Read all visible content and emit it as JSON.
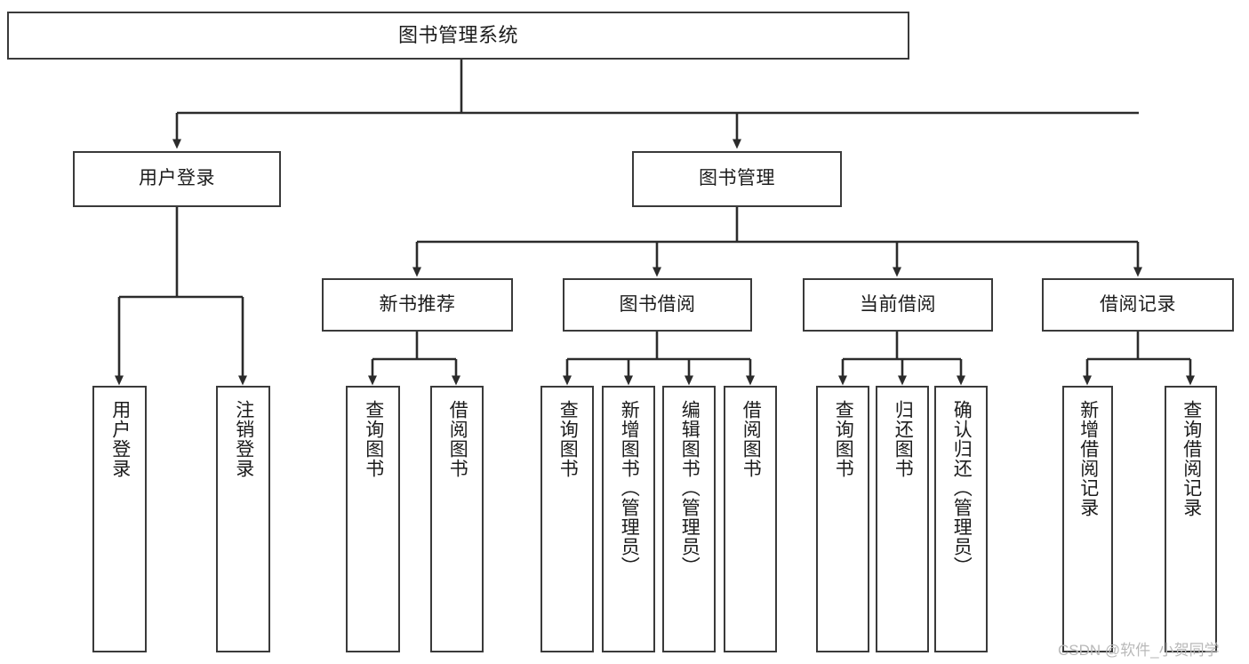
{
  "diagram": {
    "type": "tree-hierarchy",
    "title": "图书管理系统",
    "colors": {
      "box_border": "#3a3a3a",
      "box_fill": "#ffffff",
      "connector": "#2b2b2b",
      "text": "#1c1c1c",
      "watermark": "#b9b9b9",
      "background": "#ffffff"
    },
    "root": {
      "label": "图书管理系统"
    },
    "level2": [
      {
        "label": "用户登录"
      },
      {
        "label": "图书管理"
      }
    ],
    "level3": [
      {
        "label": "新书推荐"
      },
      {
        "label": "图书借阅"
      },
      {
        "label": "当前借阅"
      },
      {
        "label": "借阅记录"
      }
    ],
    "leaves": {
      "user_login": [
        {
          "label": "用户登录"
        },
        {
          "label": "注销登录"
        }
      ],
      "new_book_recommend": [
        {
          "label": "查询图书"
        },
        {
          "label": "借阅图书"
        }
      ],
      "book_borrow": [
        {
          "label": "查询图书"
        },
        {
          "label": "新增图书（管理员）"
        },
        {
          "label": "编辑图书（管理员）"
        },
        {
          "label": "借阅图书"
        }
      ],
      "current_borrow": [
        {
          "label": "查询图书"
        },
        {
          "label": "归还图书"
        },
        {
          "label": "确认归还（管理员）"
        }
      ],
      "borrow_record": [
        {
          "label": "新增借阅记录"
        },
        {
          "label": "查询借阅记录"
        }
      ]
    },
    "watermark": {
      "text": "CSDN @软件_小贺同学"
    }
  }
}
